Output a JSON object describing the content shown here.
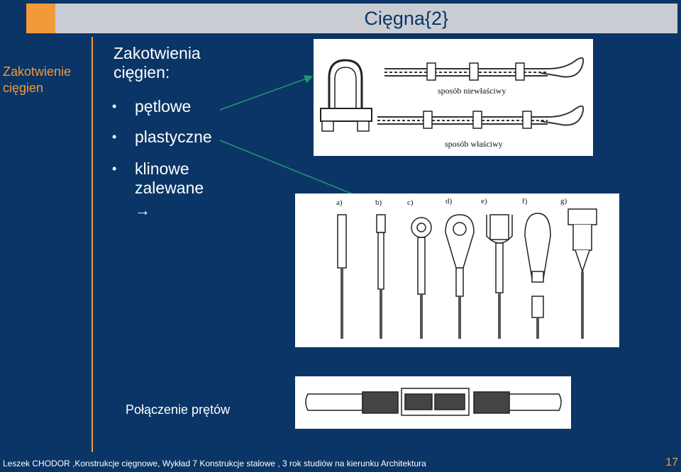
{
  "header": {
    "title": "Cięgna{2}"
  },
  "sidebar": {
    "label": "Zakotwienie cięgien"
  },
  "main": {
    "heading": "Zakotwienia cięgien:",
    "bullets": [
      "pętlowe",
      "plastyczne",
      "klinowe"
    ],
    "bullet3_cont": "zalewane",
    "arrow_glyph": "→",
    "connection_caption": "Połączenie prętów"
  },
  "figure1": {
    "label_wrong": "sposób niewłaściwy",
    "label_right": "sposób właściwy"
  },
  "figure2": {
    "labels": [
      "a)",
      "b)",
      "c)",
      "d)",
      "e)",
      "f)",
      "g)"
    ]
  },
  "footer": {
    "text": "Leszek CHODOR ,Konstrukcje cięgnowe, Wykład 7  Konstrukcje stalowe , 3 rok studiów na kierunku Architektura",
    "page": "17"
  },
  "colors": {
    "background": "#0a3566",
    "accent": "#f29a3a",
    "bar": "#c9cdd3",
    "arrow": "#1e9a6e"
  }
}
